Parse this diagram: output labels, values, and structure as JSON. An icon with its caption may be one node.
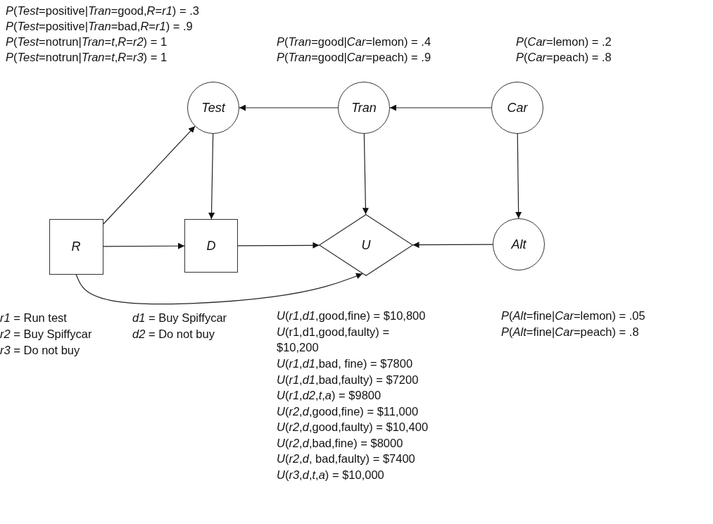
{
  "diagram": {
    "nodes": [
      {
        "text": [
          "Test"
        ]
      },
      {
        "text": [
          "Tran"
        ]
      },
      {
        "text": [
          "Car"
        ]
      },
      {
        "text": [
          "R"
        ]
      },
      {
        "text": [
          "D"
        ]
      },
      {
        "text": [
          "U"
        ]
      },
      {
        "text": [
          "Alt"
        ]
      }
    ],
    "edges": [
      {
        "from": 1,
        "to": 0,
        "arrow": "to"
      },
      {
        "from": 2,
        "to": 1,
        "arrow": "to"
      },
      {
        "from": 3,
        "to": 0,
        "arrow": "to"
      },
      {
        "from": 0,
        "to": 4,
        "arrow": "to"
      },
      {
        "from": 1,
        "to": 5,
        "arrow": "to"
      },
      {
        "from": 2,
        "to": 6,
        "arrow": "to"
      },
      {
        "from": 3,
        "to": 4,
        "arrow": "to"
      },
      {
        "from": 4,
        "to": 5,
        "arrow": "to"
      },
      {
        "from": 6,
        "to": 5,
        "arrow": "to"
      },
      {
        "from": 3,
        "to": 5,
        "arrow": "to"
      }
    ],
    "labels": [
      "*P*(*Test*=positive|*Tran*=good,*R*=*r1*) = .3",
      "*P*(*Test*=positive|*Tran*=bad,*R*=*r1*) = .9",
      "*P*(*Test*=notrun|*Tran*=*t*,*R*=*r2*) = 1",
      "*P*(*Tran*=good|*Car*=lemon) = .4",
      "*P*(*Car*=lemon) = .2",
      "*P*(*Test*=notrun|*Tran*=*t*,*R*=*r3*) = 1",
      "*P*(*Tran*=good|*Car*=peach) = .9",
      "*P*(*Car*=peach) = .8",
      "*r1* = Run test",
      "*d1* = Buy Spiffycar",
      "*U*(*r1*,*d1*,good,fine) = $10,800",
      "*P*(*Alt*=fine|*Car*=lemon) = .05",
      "*r2* = Buy Spiffycar",
      "*d2* = Do not buy",
      "*U*(r1,d1,good,faulty) = $10,200",
      "*P*(*Alt*=fine|*Car*=peach) = .8",
      "*r3* = Do not buy",
      "*U*(*r1*,*d1*,bad, fine) = $7800",
      "*U*(*r1*,*d1*,bad,faulty) = $7200",
      "*U*(*r1*,*d2*,*t*,*a*) = $9800",
      "*U*(*r2*,*d*,good,fine) = $11,000",
      "*U*(*r2*,*d*,good,faulty) = $10,400",
      "*U*(*r2*,*d*,bad,fine) = $8000",
      "*U*(*r2*,*d*, bad,faulty) = $7400",
      "*U*(*r3*,*d*,*t*,*a*) = $10,000"
    ]
  }
}
